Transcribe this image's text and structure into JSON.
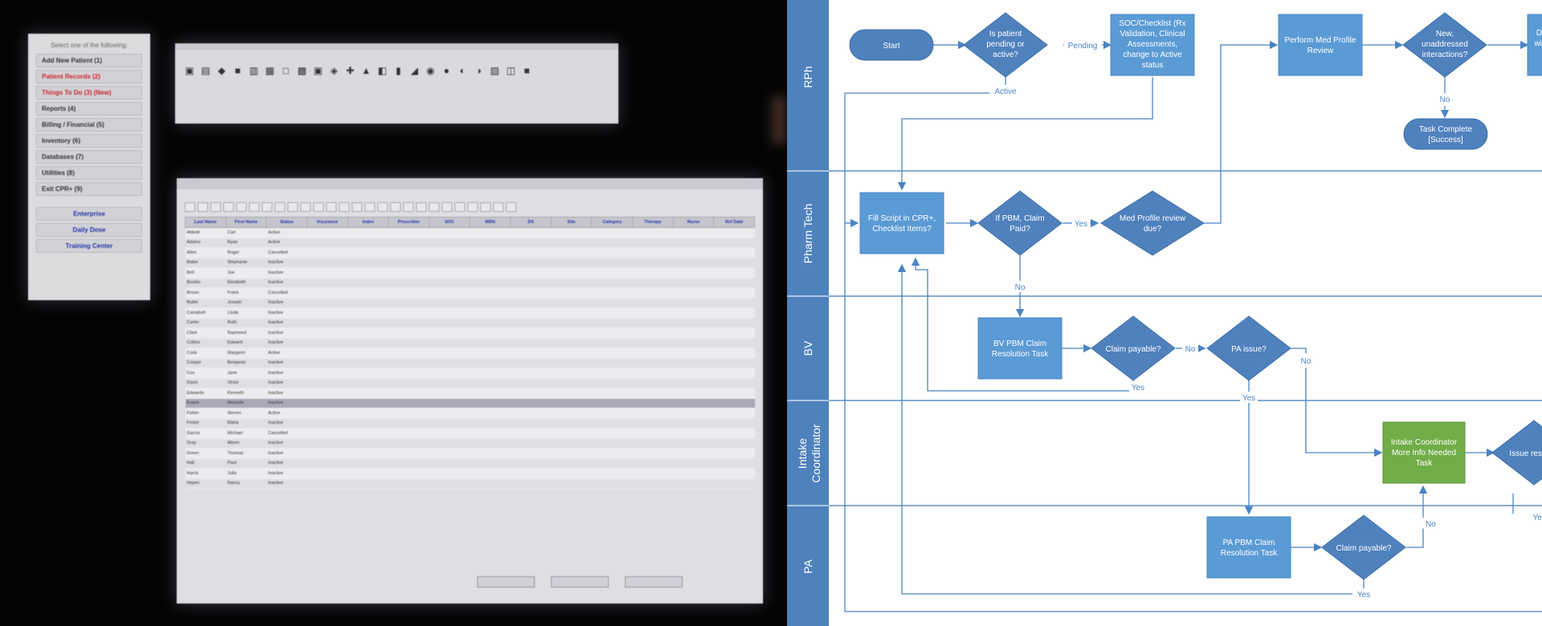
{
  "menu_panel": {
    "prompt": "Select one of the following:",
    "items": [
      {
        "label": "Add New Patient (1)",
        "style": "normal"
      },
      {
        "label": "Patient Records (2)",
        "style": "normal"
      },
      {
        "label": "Things To Do (3) (New)",
        "style": "red"
      },
      {
        "label": "Reports (4)",
        "style": "normal"
      },
      {
        "label": "Billing / Financial (5)",
        "style": "normal"
      },
      {
        "label": "Inventory (6)",
        "style": "normal"
      },
      {
        "label": "Databases (7)",
        "style": "normal"
      },
      {
        "label": "Utilities (8)",
        "style": "normal"
      },
      {
        "label": "Exit CPR+ (9)",
        "style": "normal"
      }
    ],
    "links": [
      "Enterprise",
      "Daily Dose",
      "Training Center"
    ]
  },
  "grid": {
    "columns": [
      "Last Name",
      "First Name",
      "Status",
      "Insurance",
      "Index",
      "Prescriber",
      "SOC",
      "MRN",
      "DX",
      "Site",
      "Category",
      "Therapy",
      "Nurse",
      "Ref Date"
    ],
    "rows": [
      [
        "Abbott",
        "Carl",
        "Active",
        "",
        "",
        "",
        "",
        "",
        "",
        "",
        "",
        "",
        "",
        ""
      ],
      [
        "Adams",
        "Ryan",
        "Active",
        "",
        "",
        "",
        "",
        "",
        "",
        "",
        "",
        "",
        "",
        ""
      ],
      [
        "Allen",
        "Roger",
        "Cancelled",
        "",
        "",
        "",
        "",
        "",
        "",
        "",
        "",
        "",
        "",
        ""
      ],
      [
        "Baker",
        "Stephanie",
        "Inactive",
        "",
        "",
        "",
        "",
        "",
        "",
        "",
        "",
        "",
        "",
        ""
      ],
      [
        "Bell",
        "Joe",
        "Inactive",
        "",
        "",
        "",
        "",
        "",
        "",
        "",
        "",
        "",
        "",
        ""
      ],
      [
        "Brooks",
        "Elizabeth",
        "Inactive",
        "",
        "",
        "",
        "",
        "",
        "",
        "",
        "",
        "",
        "",
        ""
      ],
      [
        "Brown",
        "Frank",
        "Cancelled",
        "",
        "",
        "",
        "",
        "",
        "",
        "",
        "",
        "",
        "",
        ""
      ],
      [
        "Butler",
        "Joseph",
        "Inactive",
        "",
        "",
        "",
        "",
        "",
        "",
        "",
        "",
        "",
        "",
        ""
      ],
      [
        "Campbell",
        "Linda",
        "Inactive",
        "",
        "",
        "",
        "",
        "",
        "",
        "",
        "",
        "",
        "",
        ""
      ],
      [
        "Carter",
        "Ruth",
        "Inactive",
        "",
        "",
        "",
        "",
        "",
        "",
        "",
        "",
        "",
        "",
        ""
      ],
      [
        "Clark",
        "Raymond",
        "Inactive",
        "",
        "",
        "",
        "",
        "",
        "",
        "",
        "",
        "",
        "",
        ""
      ],
      [
        "Collins",
        "Edward",
        "Inactive",
        "",
        "",
        "",
        "",
        "",
        "",
        "",
        "",
        "",
        "",
        ""
      ],
      [
        "Cook",
        "Margaret",
        "Active",
        "",
        "",
        "",
        "",
        "",
        "",
        "",
        "",
        "",
        "",
        ""
      ],
      [
        "Cooper",
        "Benjamin",
        "Inactive",
        "",
        "",
        "",
        "",
        "",
        "",
        "",
        "",
        "",
        "",
        ""
      ],
      [
        "Cox",
        "Jane",
        "Inactive",
        "",
        "",
        "",
        "",
        "",
        "",
        "",
        "",
        "",
        "",
        ""
      ],
      [
        "Davis",
        "Victor",
        "Inactive",
        "",
        "",
        "",
        "",
        "",
        "",
        "",
        "",
        "",
        "",
        ""
      ],
      [
        "Edwards",
        "Kenneth",
        "Inactive",
        "",
        "",
        "",
        "",
        "",
        "",
        "",
        "",
        "",
        "",
        ""
      ],
      [
        "Evans",
        "Amanda",
        "Inactive",
        "",
        "",
        "",
        "",
        "",
        "",
        "",
        "",
        "",
        "",
        ""
      ],
      [
        "Fisher",
        "Steven",
        "Active",
        "",
        "",
        "",
        "",
        "",
        "",
        "",
        "",
        "",
        "",
        ""
      ],
      [
        "Foster",
        "Maria",
        "Inactive",
        "",
        "",
        "",
        "",
        "",
        "",
        "",
        "",
        "",
        "",
        ""
      ],
      [
        "Garcia",
        "Michael",
        "Cancelled",
        "",
        "",
        "",
        "",
        "",
        "",
        "",
        "",
        "",
        "",
        ""
      ],
      [
        "Gray",
        "Alison",
        "Inactive",
        "",
        "",
        "",
        "",
        "",
        "",
        "",
        "",
        "",
        "",
        ""
      ],
      [
        "Green",
        "Thomas",
        "Inactive",
        "",
        "",
        "",
        "",
        "",
        "",
        "",
        "",
        "",
        "",
        ""
      ],
      [
        "Hall",
        "Paul",
        "Inactive",
        "",
        "",
        "",
        "",
        "",
        "",
        "",
        "",
        "",
        "",
        ""
      ],
      [
        "Harris",
        "Julia",
        "Inactive",
        "",
        "",
        "",
        "",
        "",
        "",
        "",
        "",
        "",
        "",
        ""
      ],
      [
        "Hayes",
        "Nancy",
        "Inactive",
        "",
        "",
        "",
        "",
        "",
        "",
        "",
        "",
        "",
        "",
        ""
      ]
    ],
    "selected_row": 17
  },
  "diagram": {
    "lanes": [
      "RPh",
      "Pharm Tech",
      "BV",
      "Intake Coordinator",
      "PA"
    ],
    "nodes": {
      "start": "Start",
      "pending": "Is patient pending or active?",
      "soc": "SOC/Checklist (Rx Validation, Clinical Assessments, change to Active status",
      "perform_med": "Perform Med Profile Review",
      "new_interactions": "New, unaddressed interactions?",
      "cut_right": "D w",
      "task_complete": "Task Complete [Success]",
      "fill_script": "Fill Script in CPR+, Checklist Items?",
      "pbm_paid": "If PBM, Claim Paid?",
      "med_due": "Med Profile review due?",
      "bv_task": "BV PBM Claim Resolution Task",
      "claim_payable_bv": "Claim payable?",
      "pa_issue": "PA issue?",
      "intake_task": "Intake Coordinator More Info Needed Task",
      "issue_res": "Issue res",
      "pa_task": "PA PBM Claim Resolution Task",
      "claim_payable_pa": "Claim payable?"
    },
    "edge_labels": {
      "pending": "Pending",
      "active": "Active",
      "no1": "No",
      "yes1": "Yes",
      "no2": "No",
      "no3": "No",
      "no4": "No",
      "yes2": "Yes",
      "yes3": "Yes",
      "no5": "No",
      "yes4": "Yes",
      "yes5": "Ye"
    },
    "colors": {
      "lane_header": "#4f81bd",
      "shape": "#5b9bd5",
      "intake_task": "#70ad47",
      "edge": "#4a84c4"
    }
  }
}
